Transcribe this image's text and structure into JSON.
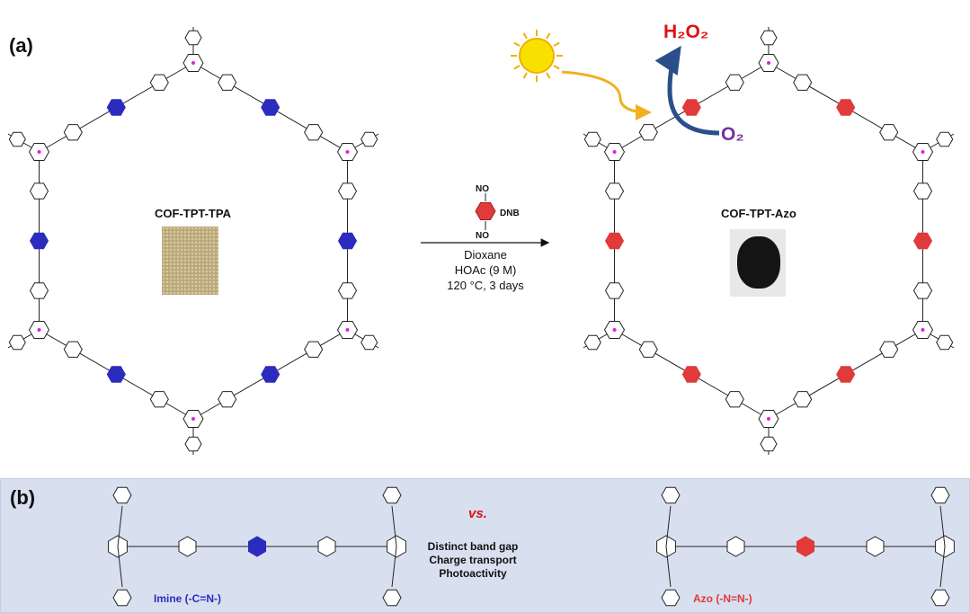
{
  "panel_a": {
    "label": "(a)",
    "left_cof": {
      "name": "COF-TPT-TPA",
      "powder_color": "#b9a77a"
    },
    "right_cof": {
      "name": "COF-TPT-Azo",
      "powder_color": "#151515"
    },
    "reagent": {
      "top_group": "NO",
      "bottom_group": "NO",
      "name": "DNB"
    },
    "conditions": [
      "Dioxane",
      "HOAc (9 M)",
      "120 °C, 3 days"
    ],
    "product_label": "H₂O₂",
    "reactant_label": "O₂"
  },
  "panel_b": {
    "label": "(b)",
    "vs": "vs.",
    "properties": [
      "Distinct band gap",
      "Charge transport",
      "Photoactivity"
    ],
    "imine_label": "Imine (-C=N-)",
    "azo_label": "Azo (-N=N-)"
  },
  "colors": {
    "imine": "#2b2bbf",
    "azo": "#e03a3a",
    "triazine_n": "#e020e0",
    "sun": "#f5d800",
    "h2o2": "#e01010",
    "o2": "#7a2fa0",
    "arrow_blue": "#2a4f8a",
    "arrow_orange": "#f0b020"
  }
}
